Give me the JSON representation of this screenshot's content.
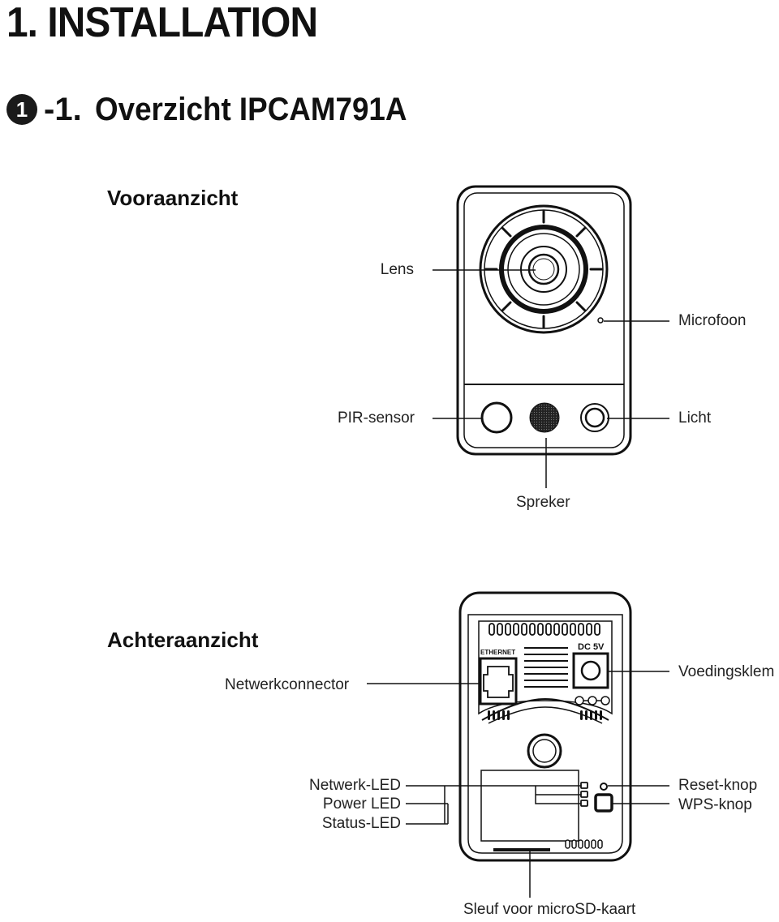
{
  "header": {
    "title": "1. INSTALLATION",
    "section_number": "1",
    "section_prefix": "-1.",
    "section_title": "Overzicht IPCAM791A"
  },
  "front_view": {
    "heading": "Vooraanzicht",
    "labels": {
      "lens": "Lens",
      "microphone": "Microfoon",
      "pir_sensor": "PIR-sensor",
      "light": "Licht",
      "speaker": "Spreker"
    }
  },
  "rear_view": {
    "heading": "Achteraanzicht",
    "panel_text": {
      "ethernet": "ETHERNET",
      "dc": "DC 5V"
    },
    "labels": {
      "network_connector": "Netwerkconnector",
      "power_jack": "Voedingsklem",
      "network_led": "Netwerk-LED",
      "power_led": "Power LED",
      "status_led": "Status-LED",
      "reset_button": "Reset-knop",
      "wps_button": "WPS-knop",
      "microsd_slot": "Sleuf voor microSD-kaart"
    }
  },
  "colors": {
    "line": "#111111",
    "text": "#222222"
  }
}
